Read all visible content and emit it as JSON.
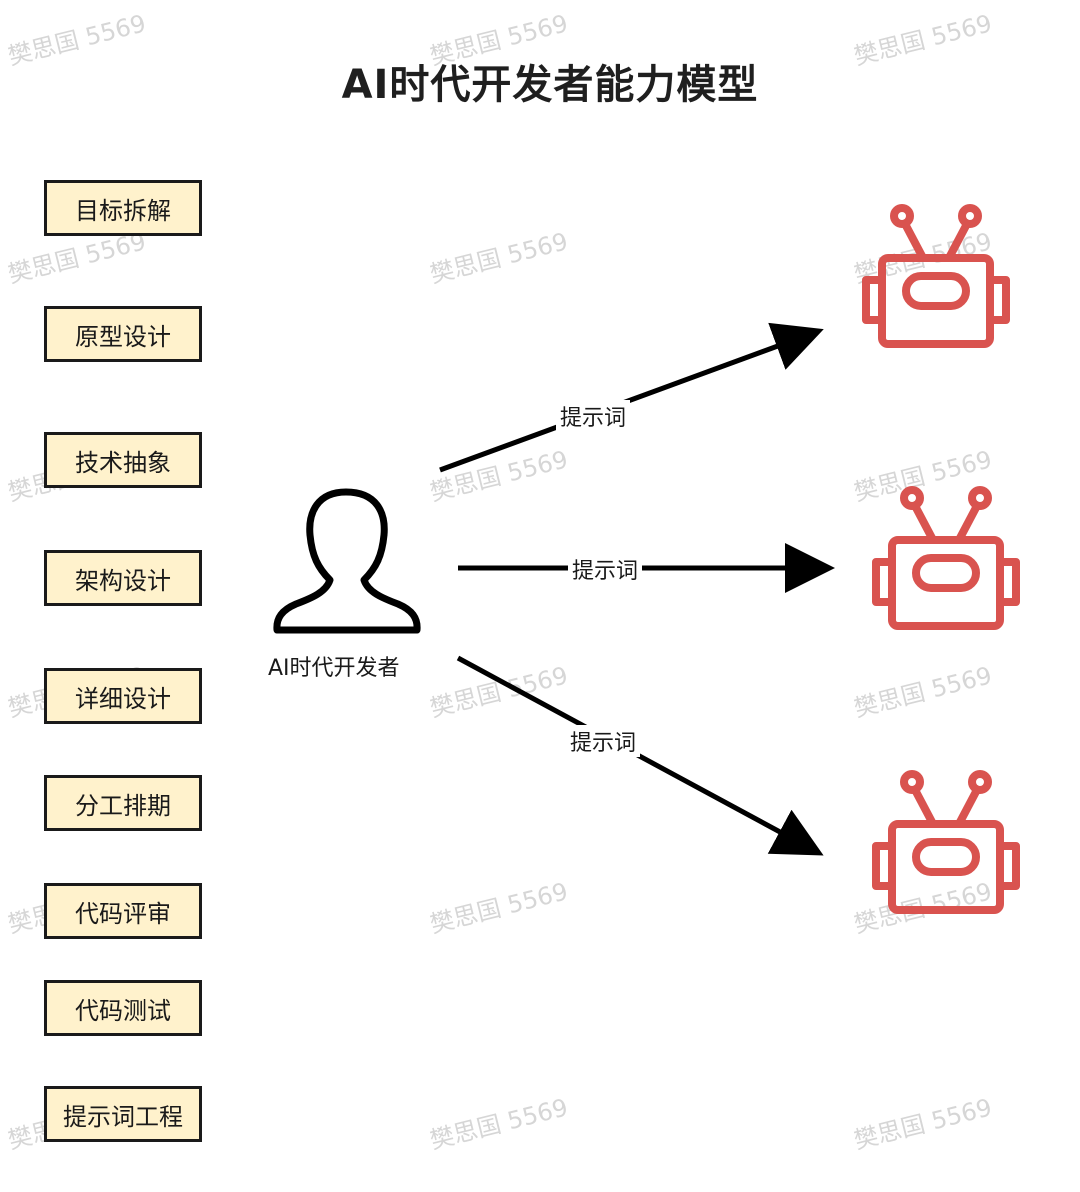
{
  "title": "AI时代开发者能力模型",
  "skills": [
    "目标拆解",
    "原型设计",
    "技术抽象",
    "架构设计",
    "详细设计",
    "分工排期",
    "代码评审",
    "代码测试",
    "提示词工程"
  ],
  "developer": {
    "label": "AI时代开发者",
    "icon": "user-icon"
  },
  "edges": [
    {
      "label": "提示词"
    },
    {
      "label": "提示词"
    },
    {
      "label": "提示词"
    }
  ],
  "agents": [
    {
      "icon": "robot-icon"
    },
    {
      "icon": "robot-icon"
    },
    {
      "icon": "robot-icon"
    }
  ],
  "watermark": "樊思国 5569",
  "colors": {
    "skill_fill": "#fff2cc",
    "robot": "#d9534f",
    "arrow": "#000000"
  }
}
